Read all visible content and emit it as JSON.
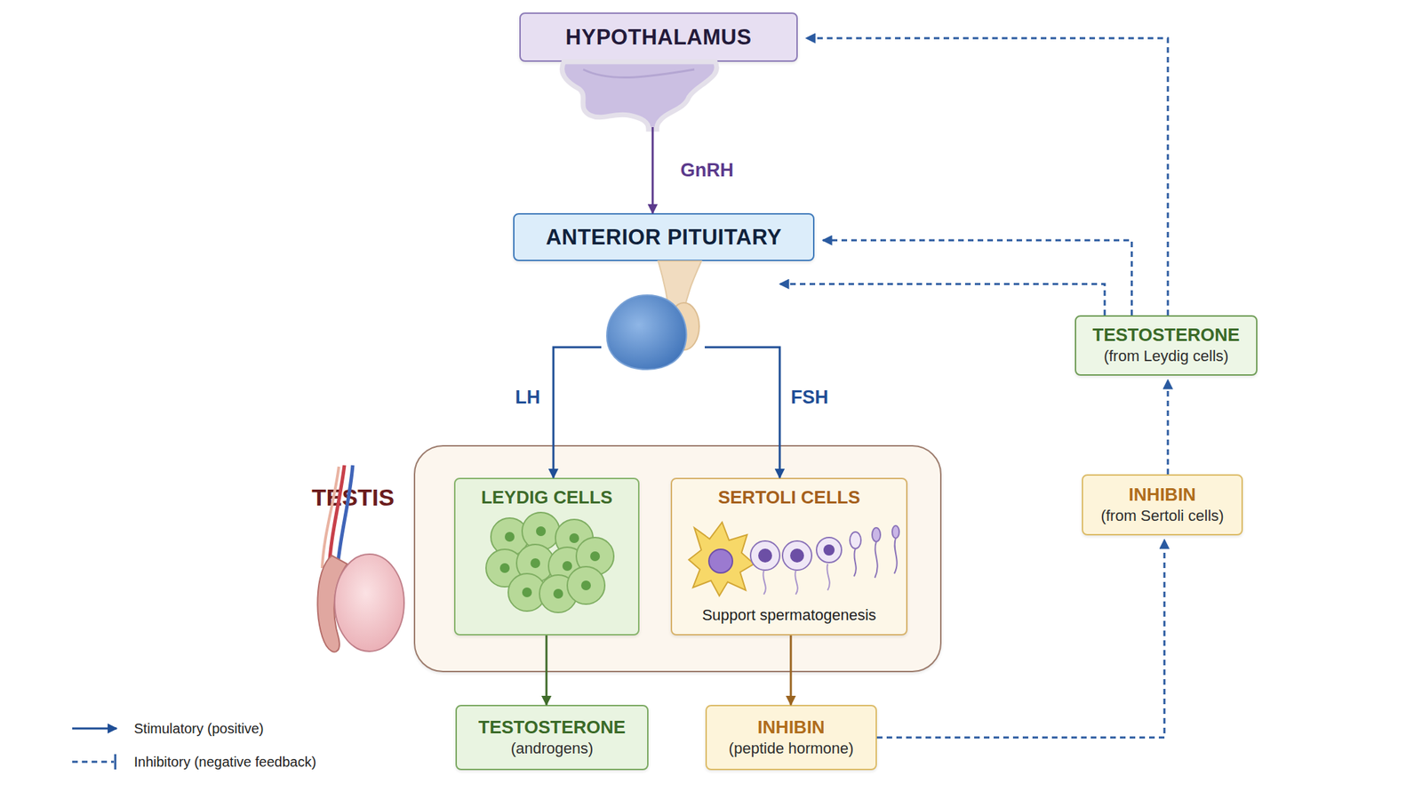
{
  "diagram": {
    "nodes": [
      {
        "text": [
          "HYPOTHALAMUS"
        ]
      },
      {
        "text": [
          "ANTERIOR PITUITARY"
        ]
      },
      {
        "text": [
          "TESTOSTERONE",
          "(from Leydig cells)"
        ]
      },
      {
        "text": [
          "TESTIS"
        ]
      },
      {
        "text": [
          "LEYDIG CELLS"
        ],
        "in": 3
      },
      {
        "text": [
          "SERTOLI CELLS",
          "Support spermatogenesis"
        ],
        "in": 3
      },
      {
        "text": [
          "INHIBIN",
          "(from Sertoli cells)"
        ]
      },
      {
        "text": [
          "TESTOSTERONE",
          "(androgens)"
        ]
      },
      {
        "text": [
          "INHIBIN",
          "(peptide hormone)"
        ]
      }
    ],
    "edges": [
      {
        "from": 0,
        "to": 1,
        "label": "GnRH",
        "arrow": "to"
      },
      {
        "from": 1,
        "to": 4,
        "label": "LH",
        "arrow": "to"
      },
      {
        "from": 1,
        "to": 5,
        "label": "FSH",
        "arrow": "to"
      },
      {
        "from": 4,
        "to": 7,
        "arrow": "to"
      },
      {
        "from": 5,
        "to": 8,
        "arrow": "to"
      },
      {
        "from": 8,
        "to": 6,
        "arrow": "to"
      },
      {
        "from": 6,
        "to": 2,
        "arrow": "to"
      },
      {
        "from": 2,
        "to": 0,
        "arrow": "to"
      },
      {
        "from": 2,
        "to": 1,
        "arrow": "to"
      },
      {
        "from": 2,
        "to": 1,
        "arrow": "to"
      }
    ],
    "legend": [
      {
        "text": "Stimulatory (positive)"
      },
      {
        "text": "Inhibitory (negative feedback)"
      }
    ]
  }
}
